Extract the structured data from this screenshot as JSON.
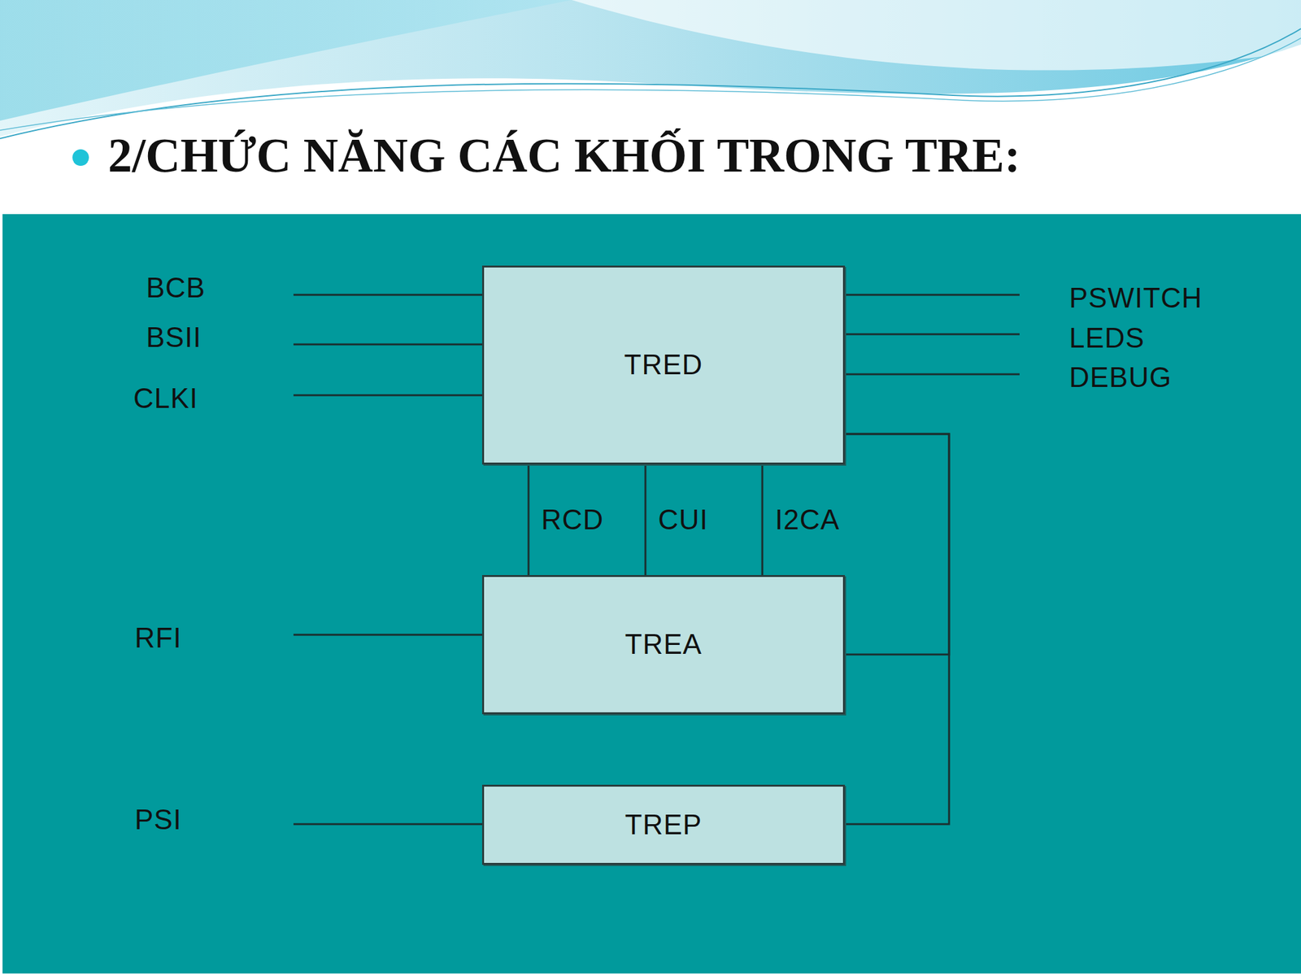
{
  "diagram": {
    "title": "2/CHỨC NĂNG CÁC KHỐI TRONG TRE:",
    "nodes": [
      {
        "text": [
          "TRED"
        ]
      },
      {
        "text": [
          "TREA"
        ]
      },
      {
        "text": [
          "TREP"
        ]
      }
    ],
    "edges": [
      {
        "from": 0,
        "to": 1,
        "arrow": "none",
        "label": "RCD"
      },
      {
        "from": 0,
        "to": 1,
        "arrow": "none",
        "label": "CUI"
      },
      {
        "from": 0,
        "to": 1,
        "arrow": "none",
        "label": "I2CA"
      },
      {
        "from": 0,
        "to": 1,
        "arrow": "none"
      },
      {
        "from": 0,
        "to": 2,
        "arrow": "none"
      }
    ],
    "labels": [
      "BCB",
      "BSII",
      "CLKI",
      "PSWITCH",
      "LEDS",
      "DEBUG",
      "RFI",
      "PSI"
    ]
  }
}
